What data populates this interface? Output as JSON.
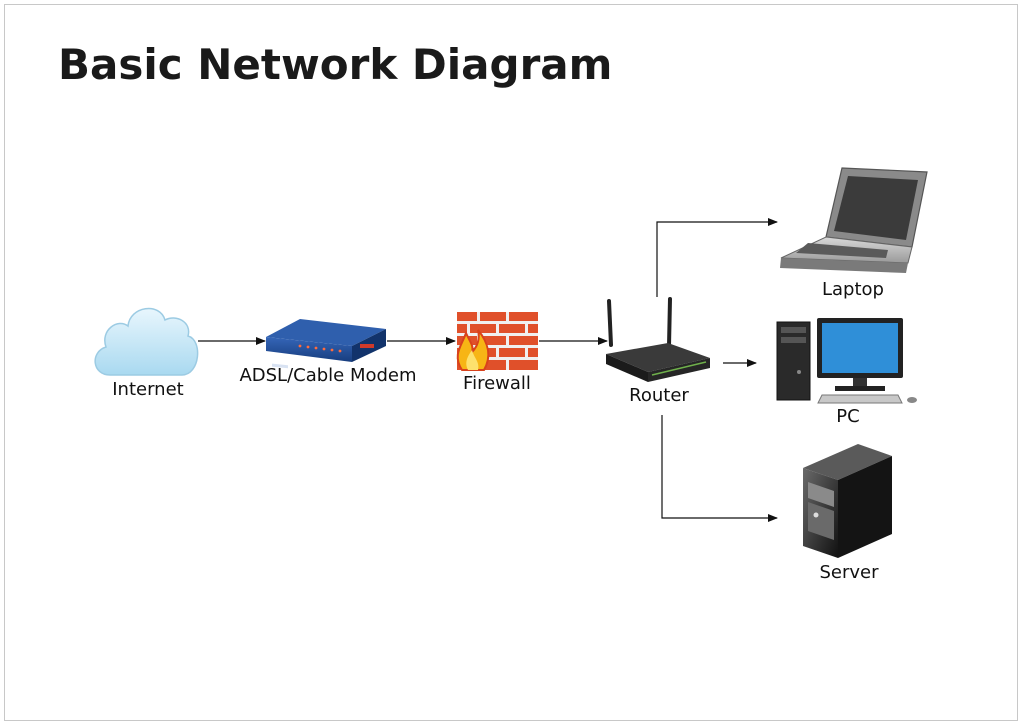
{
  "title": "Basic Network Diagram",
  "nodes": {
    "internet": "Internet",
    "modem": "ADSL/Cable Modem",
    "firewall": "Firewall",
    "router": "Router",
    "laptop": "Laptop",
    "pc": "PC",
    "server": "Server"
  },
  "icons": {
    "internet": "cloud-icon",
    "modem": "modem-icon",
    "firewall": "firewall-icon",
    "router": "router-icon",
    "laptop": "laptop-icon",
    "pc": "desktop-pc-icon",
    "server": "server-tower-icon"
  },
  "connections": [
    {
      "from": "Internet",
      "to": "ADSL/Cable Modem"
    },
    {
      "from": "ADSL/Cable Modem",
      "to": "Firewall"
    },
    {
      "from": "Firewall",
      "to": "Router"
    },
    {
      "from": "Router",
      "to": "Laptop"
    },
    {
      "from": "Router",
      "to": "PC"
    },
    {
      "from": "Router",
      "to": "Server"
    }
  ],
  "colors": {
    "cloud": "#bfe3f4",
    "modem": "#1f4e9c",
    "firewall": "#e0502a",
    "router": "#2b2b2b",
    "monitor_screen": "#2f8fd8"
  }
}
